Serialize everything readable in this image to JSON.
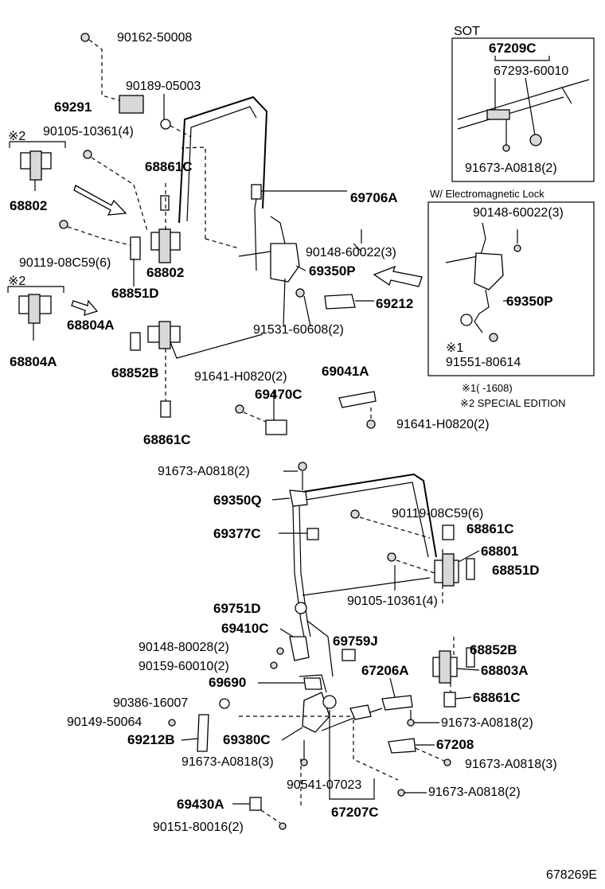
{
  "labels": {
    "p90162_50008": "90162-50008",
    "p90189_05003": "90189-05003",
    "p69291": "69291",
    "p90105_10361_4_top": "90105-10361(4)",
    "mark2_top": "※2",
    "p68802_left": "68802",
    "p68861C_top": "68861C",
    "p90119_08C59_6_top": "90119-08C59(6)",
    "p68802_center": "68802",
    "p68851D_top": "68851D",
    "mark2_mid": "※2",
    "p68804A_center": "68804A",
    "p68804A_left": "68804A",
    "p68852B_top": "68852B",
    "p68861C_mid": "68861C",
    "p69706A": "69706A",
    "p90148_60022_3_main": "90148-60022(3)",
    "p69350P_main": "69350P",
    "p69212": "69212",
    "p91531_60608_2": "91531-60608(2)",
    "p91641_H0820_2_a": "91641-H0820(2)",
    "p69470C": "69470C",
    "p69041A": "69041A",
    "p91641_H0820_2_b": "91641-H0820(2)",
    "p91673_A0818_2_top": "91673-A0818(2)",
    "p69350Q": "69350Q",
    "p90119_08C59_6_lower": "90119-08C59(6)",
    "p68861C_lower1": "68861C",
    "p69377C": "69377C",
    "p68801": "68801",
    "p68851D_lower": "68851D",
    "p69751D": "69751D",
    "p90105_10361_4_lower": "90105-10361(4)",
    "p69410C": "69410C",
    "p69759J": "69759J",
    "p90148_80028_2": "90148-80028(2)",
    "p68852B_lower": "68852B",
    "p90159_60010_2": "90159-60010(2)",
    "p68803A": "68803A",
    "p67206A": "67206A",
    "p69690": "69690",
    "p90386_16007": "90386-16007",
    "p68861C_lower2": "68861C",
    "p90149_50064": "90149-50064",
    "p91673_A0818_2_mid": "91673-A0818(2)",
    "p69380C": "69380C",
    "p69212B": "69212B",
    "p67208": "67208",
    "p91673_A0818_3_a": "91673-A0818(3)",
    "p91673_A0818_3_b": "91673-A0818(3)",
    "p90541_07023": "90541-07023",
    "p91673_A0818_2_low": "91673-A0818(2)",
    "p69430A": "69430A",
    "p67207C": "67207C",
    "p90151_80016_2": "90151-80016(2)"
  },
  "sot_box": {
    "title": "SOT",
    "p67209C": "67209C",
    "p67293_60010": "67293-60010",
    "p91673_A0818_2": "91673-A0818(2)"
  },
  "em_box": {
    "title": "W/ Electromagnetic Lock",
    "p90148_60022_3": "90148-60022(3)",
    "p69350P": "69350P",
    "mark1": "※1",
    "p91551_80614": "91551-80614"
  },
  "notes": {
    "note1": "※1(      -1608)",
    "note2": "※2 SPECIAL EDITION"
  },
  "catalog_number": "678269E"
}
